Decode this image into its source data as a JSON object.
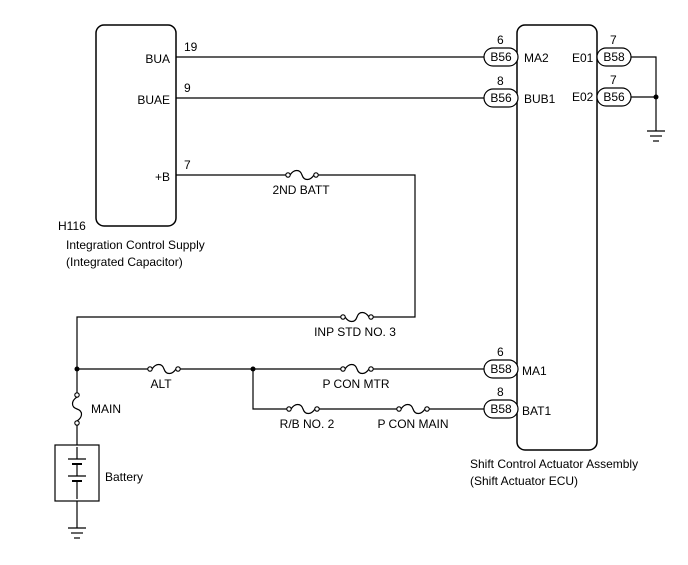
{
  "components": {
    "integration_supply": {
      "id": "H116",
      "name_line1": "Integration Control Supply",
      "name_line2": "(Integrated Capacitor)",
      "terminals": [
        {
          "name": "BUA",
          "pin": "19"
        },
        {
          "name": "BUAE",
          "pin": "9"
        },
        {
          "name": "+B",
          "pin": "7"
        }
      ]
    },
    "actuator": {
      "name_line1": "Shift Control Actuator Assembly",
      "name_line2": "(Shift Actuator ECU)",
      "terminals_left": [
        {
          "name": "MA2",
          "connector": "B56",
          "pin": "6"
        },
        {
          "name": "BUB1",
          "connector": "B56",
          "pin": "8"
        },
        {
          "name": "MA1",
          "connector": "B58",
          "pin": "6"
        },
        {
          "name": "BAT1",
          "connector": "B58",
          "pin": "8"
        }
      ],
      "terminals_right": [
        {
          "name": "E01",
          "connector": "B58",
          "pin": "7"
        },
        {
          "name": "E02",
          "connector": "B56",
          "pin": "7"
        }
      ]
    },
    "battery": {
      "label": "Battery"
    }
  },
  "fuses": {
    "batt2": "2ND BATT",
    "inp_std": "INP STD NO. 3",
    "alt": "ALT",
    "pcon_mtr": "P CON MTR",
    "rb2": "R/B NO. 2",
    "pcon_main": "P CON MAIN",
    "main": "MAIN"
  }
}
